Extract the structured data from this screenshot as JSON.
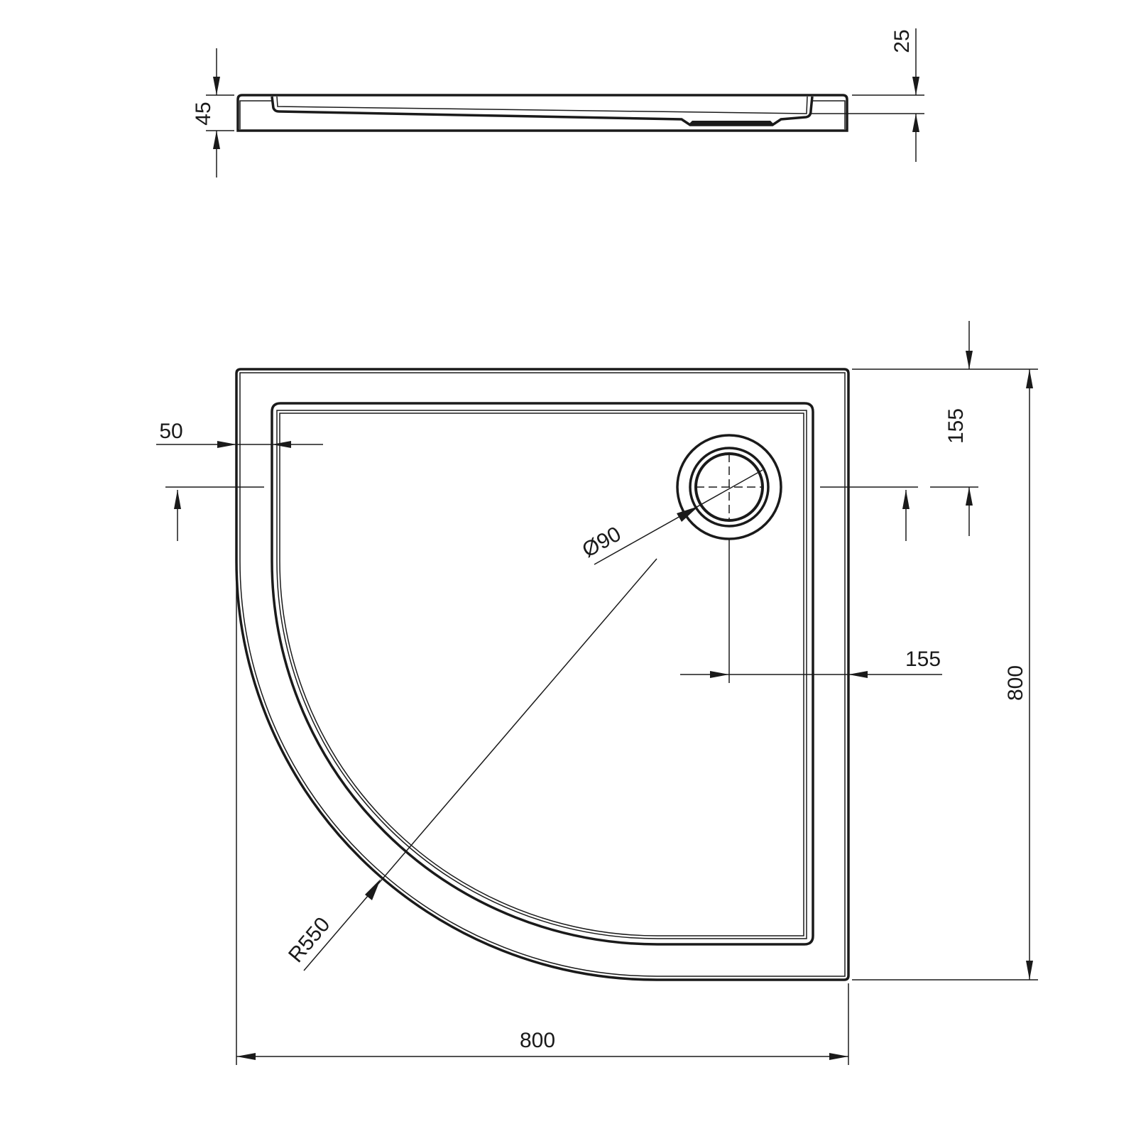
{
  "drawing": {
    "side_view": {
      "total_height_label": "45",
      "tray_depth_label": "25"
    },
    "plan_view": {
      "width_label": "800",
      "depth_label": "800",
      "rim_width_label": "50",
      "drain_offset_top_label": "155",
      "drain_offset_side_label": "155",
      "drain_diameter_label": "Ø90",
      "radius_label": "R550"
    },
    "colors": {
      "line": "#1a1a1a",
      "background": "#ffffff"
    }
  }
}
